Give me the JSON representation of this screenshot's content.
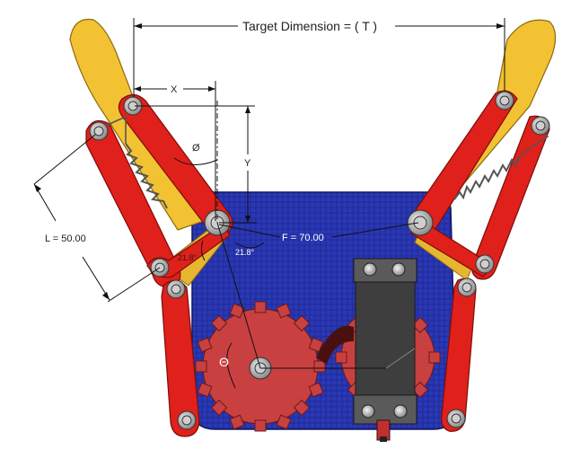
{
  "labels": {
    "target_dimension": "Target Dimension = ( T )",
    "x": "X",
    "y": "Y",
    "phi": "Ø",
    "length": "L = 50.00",
    "frame": "F = 70.00",
    "angle_left": "21.8°",
    "angle_center": "21.8°",
    "theta": "Θ"
  },
  "colors": {
    "link_red": "#e0201a",
    "finger_gold": "#f2c233",
    "base_blue": "#2a36b8",
    "gear_red": "#c94040",
    "servo_gray": "#4a4a4a"
  }
}
